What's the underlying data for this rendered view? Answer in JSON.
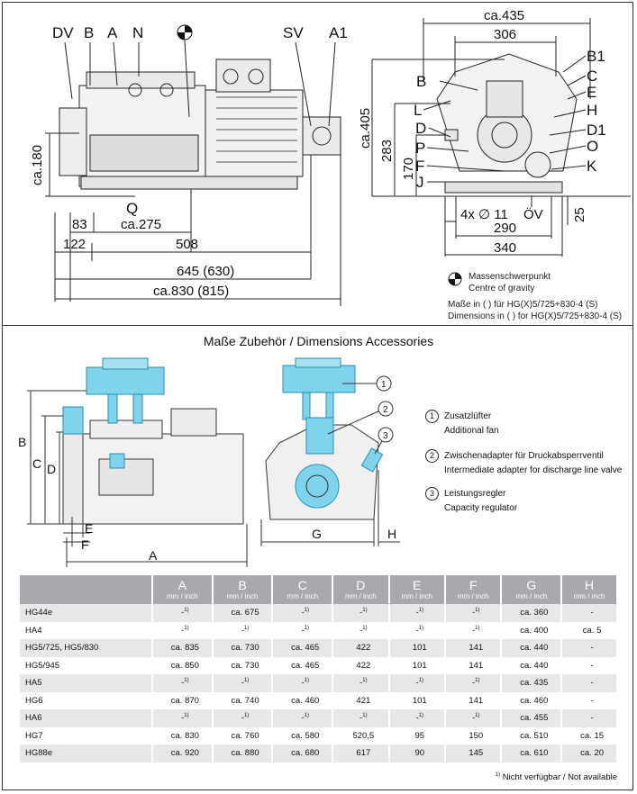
{
  "top_view": {
    "side_labels": [
      "DV",
      "B",
      "A",
      "N",
      "SV",
      "A1",
      "Q"
    ],
    "side_dims": {
      "ca180": "ca.180",
      "d83": "83",
      "ca275": "ca.275",
      "d122": "122",
      "d508": "508",
      "d645": "645 (630)",
      "ca830": "ca.830 (815)"
    },
    "front_labels_right": [
      "B1",
      "C",
      "E",
      "H",
      "D1",
      "O",
      "K"
    ],
    "front_labels_left": [
      "B",
      "L",
      "D",
      "P",
      "F",
      "J"
    ],
    "front_dims": {
      "ca435": "ca.435",
      "d306": "306",
      "ca405": "ca.405",
      "d283": "283",
      "d170": "170",
      "bolt": "4x ∅ 11",
      "ov": "ÖV",
      "d290": "290",
      "d340": "340",
      "d25": "25"
    },
    "legend": {
      "cog_de": "Massenschwerpunkt",
      "cog_en": "Centre of gravity",
      "note_de": "Maße in ( ) für HG(X)5/725+830-4 (S)",
      "note_en": "Dimensions in ( ) for HG(X)5/725+830-4 (S)"
    }
  },
  "accessories": {
    "title": "Maße Zubehör / Dimensions Accessories",
    "drawing_labels": [
      "B",
      "C",
      "D",
      "E",
      "F",
      "A",
      "G",
      "H",
      "1",
      "2",
      "3"
    ],
    "items": [
      {
        "num": "1",
        "de": "Zusatzlüfter",
        "en": "Additional fan"
      },
      {
        "num": "2",
        "de": "Zwischenadapter für Druckabsperrventil",
        "en": "Intermediate adapter for discharge line valve"
      },
      {
        "num": "3",
        "de": "Leistungsregler",
        "en": "Capacity regulator"
      }
    ]
  },
  "table": {
    "columns": [
      "A",
      "B",
      "C",
      "D",
      "E",
      "F",
      "G",
      "H"
    ],
    "unit": "mm / inch",
    "rows": [
      [
        "HG44e",
        "-",
        "ca. 675",
        "-",
        "-",
        "-",
        "-",
        "ca. 360",
        "-"
      ],
      [
        "HA4",
        "-",
        "-",
        "-",
        "-",
        "-",
        "-",
        "ca. 400",
        "ca. 5"
      ],
      [
        "HG5/725, HG5/830",
        "ca. 835",
        "ca. 730",
        "ca. 465",
        "422",
        "101",
        "141",
        "ca. 440",
        "-"
      ],
      [
        "HG5/945",
        "ca. 850",
        "ca. 730",
        "ca. 465",
        "422",
        "101",
        "141",
        "ca. 440",
        "-"
      ],
      [
        "HA5",
        "-",
        "-",
        "-",
        "-",
        "-",
        "-",
        "ca. 435",
        "-"
      ],
      [
        "HG6",
        "ca. 870",
        "ca. 740",
        "ca. 460",
        "421",
        "101",
        "141",
        "ca. 460",
        "-"
      ],
      [
        "HA6",
        "-",
        "-",
        "-",
        "-",
        "-",
        "-",
        "ca. 455",
        "-"
      ],
      [
        "HG7",
        "ca. 830",
        "ca. 760",
        "ca. 580",
        "520,5",
        "95",
        "150",
        "ca. 510",
        "ca. 15"
      ],
      [
        "HG88e",
        "ca. 920",
        "ca. 880",
        "ca. 680",
        "617",
        "90",
        "145",
        "ca. 610",
        "ca. 20"
      ]
    ],
    "footnote_mark": "1)",
    "footnote": "Nicht verfügbar / Not available"
  },
  "colors": {
    "accent_cyan": "#7fd3ea",
    "table_header": "#a7a9ac",
    "row_stripe": "#e6e7e8"
  }
}
